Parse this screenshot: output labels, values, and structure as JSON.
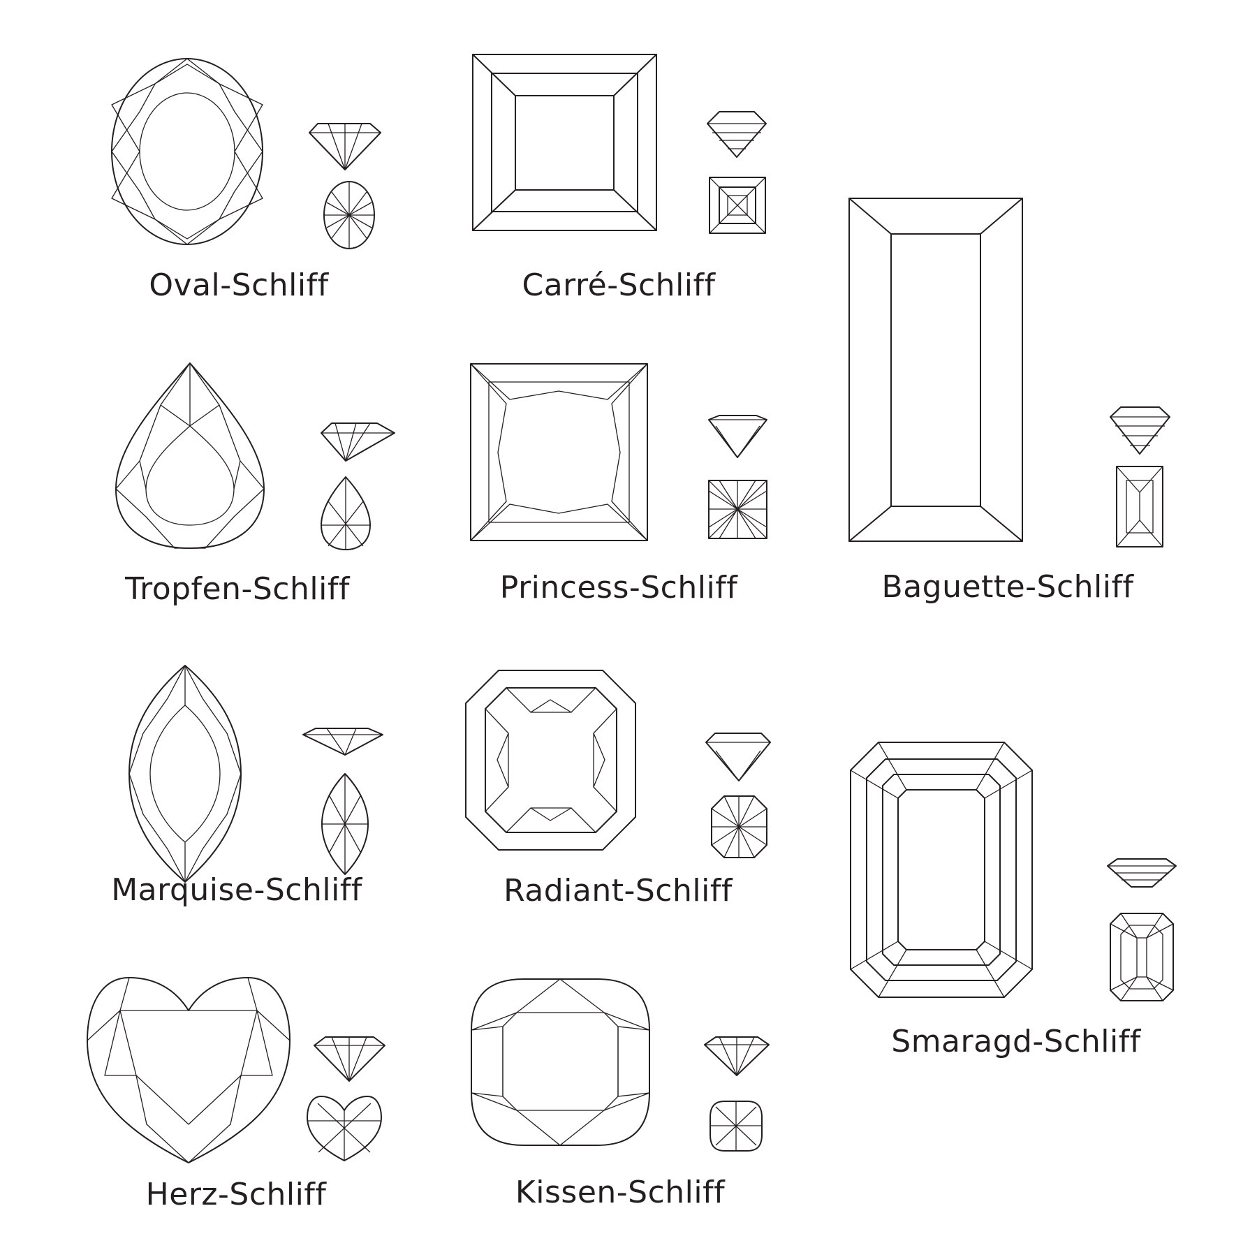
{
  "cuts": [
    {
      "id": "oval",
      "label": "Oval-Schliff"
    },
    {
      "id": "carre",
      "label": "Carré-Schliff"
    },
    {
      "id": "tropfen",
      "label": "Tropfen-Schliff"
    },
    {
      "id": "princess",
      "label": "Princess-Schliff"
    },
    {
      "id": "baguette",
      "label": "Baguette-Schliff"
    },
    {
      "id": "marquise",
      "label": "Marquise-Schliff"
    },
    {
      "id": "radiant",
      "label": "Radiant-Schliff"
    },
    {
      "id": "herz",
      "label": "Herz-Schliff"
    },
    {
      "id": "kissen",
      "label": "Kissen-Schliff"
    },
    {
      "id": "smaragd",
      "label": "Smaragd-Schliff"
    }
  ],
  "colors": {
    "line": "#231f20",
    "background": "#ffffff"
  }
}
